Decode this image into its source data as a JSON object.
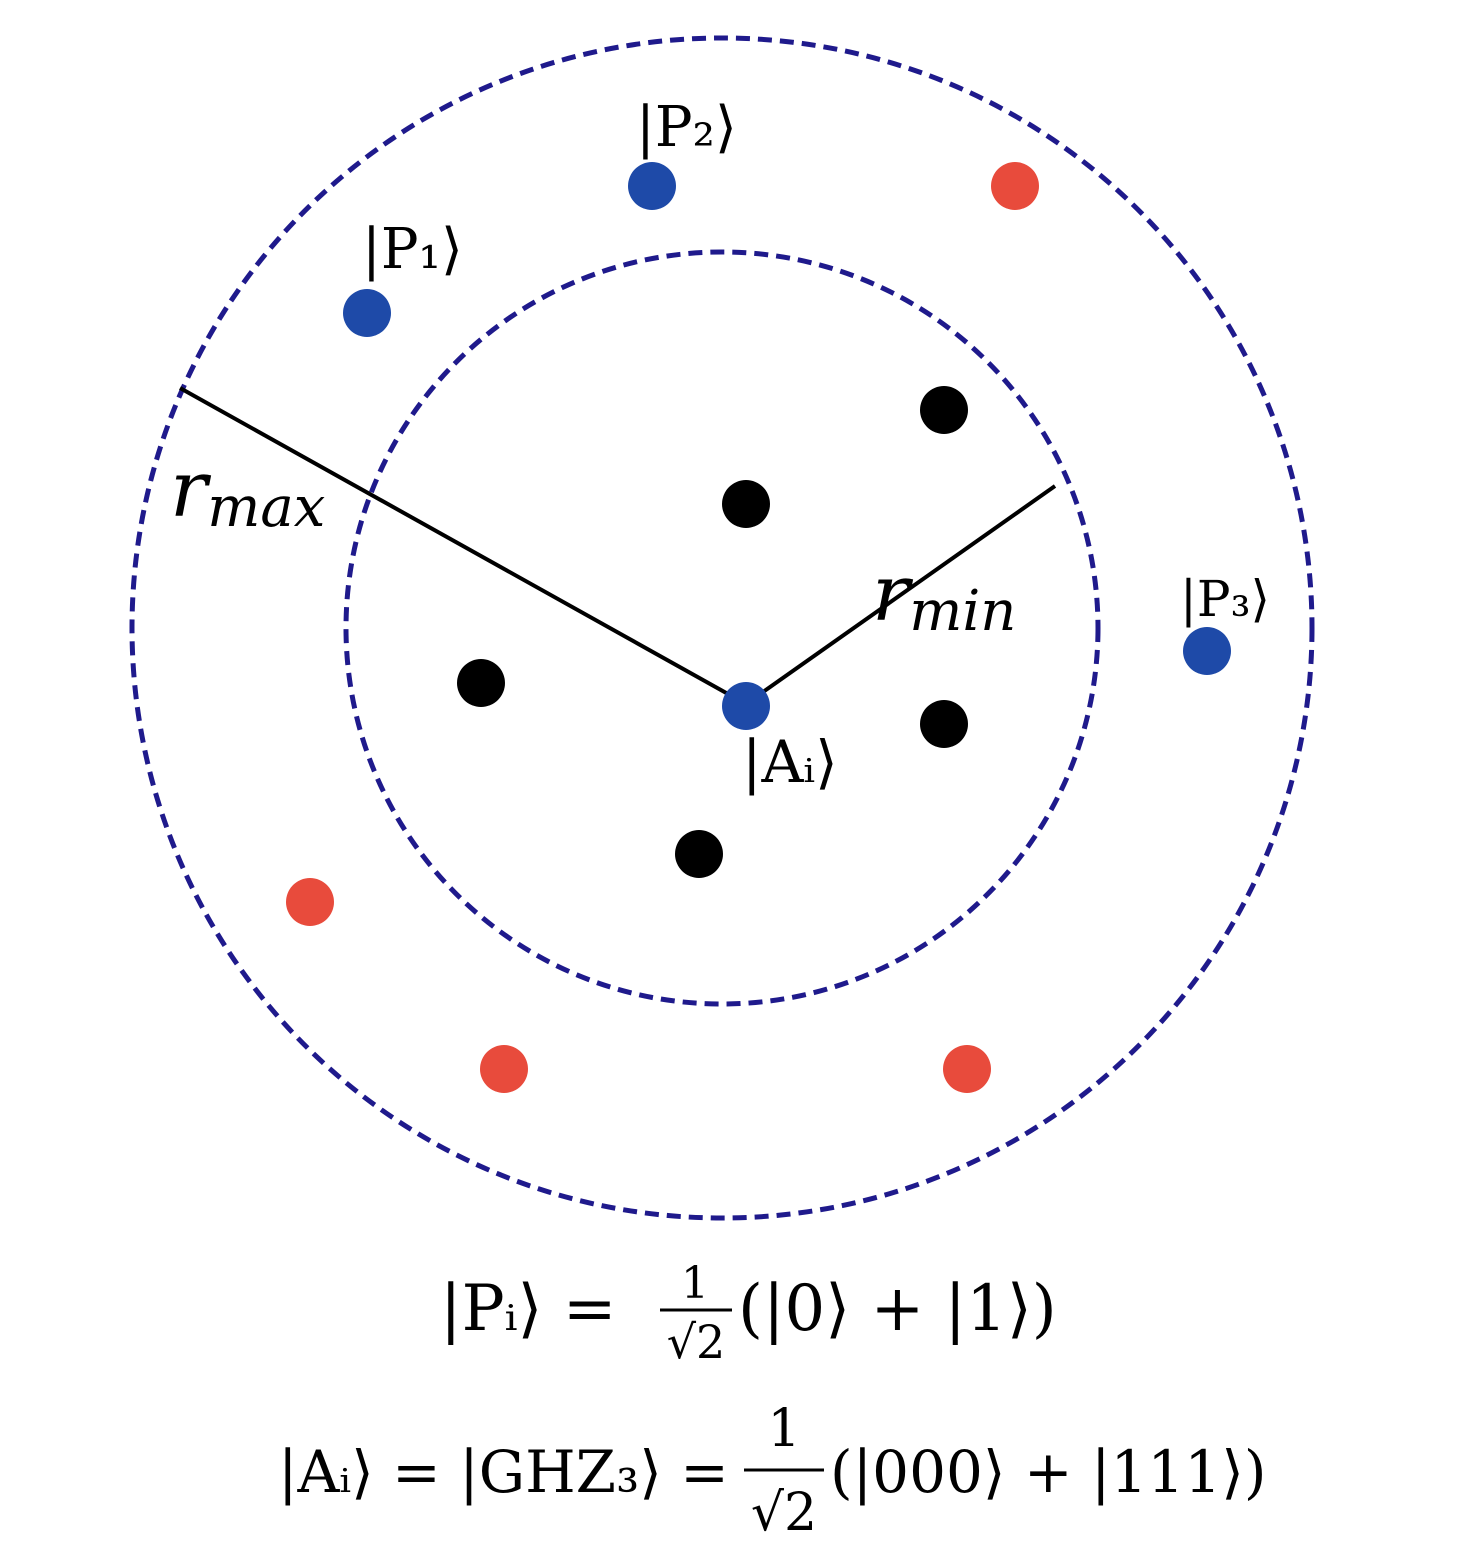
{
  "colors": {
    "boundary": "#1f1a8c",
    "target_node": "#1e4aa8",
    "excluded_node": "#e84b3c",
    "neighbor_node": "#000000",
    "radius_line": "#000000"
  },
  "labels": {
    "p1": "|P₁⟩",
    "p2": "|P₂⟩",
    "p3": "|P₃⟩",
    "ai": "|Aᵢ⟩",
    "r_max_base": "r",
    "r_max_sub": "max",
    "r_min_base": "r",
    "r_min_sub": "min"
  },
  "equations": {
    "p_lhs": "|Pᵢ⟩ =",
    "p_num": "1",
    "p_den": "√2",
    "p_rhs": "(|0⟩ + |1⟩)",
    "a_lhs": "|Aᵢ⟩ = |GHZ₃⟩ =",
    "a_num": "1",
    "a_den": "√2",
    "a_rhs": "(|000⟩ + |111⟩)"
  }
}
